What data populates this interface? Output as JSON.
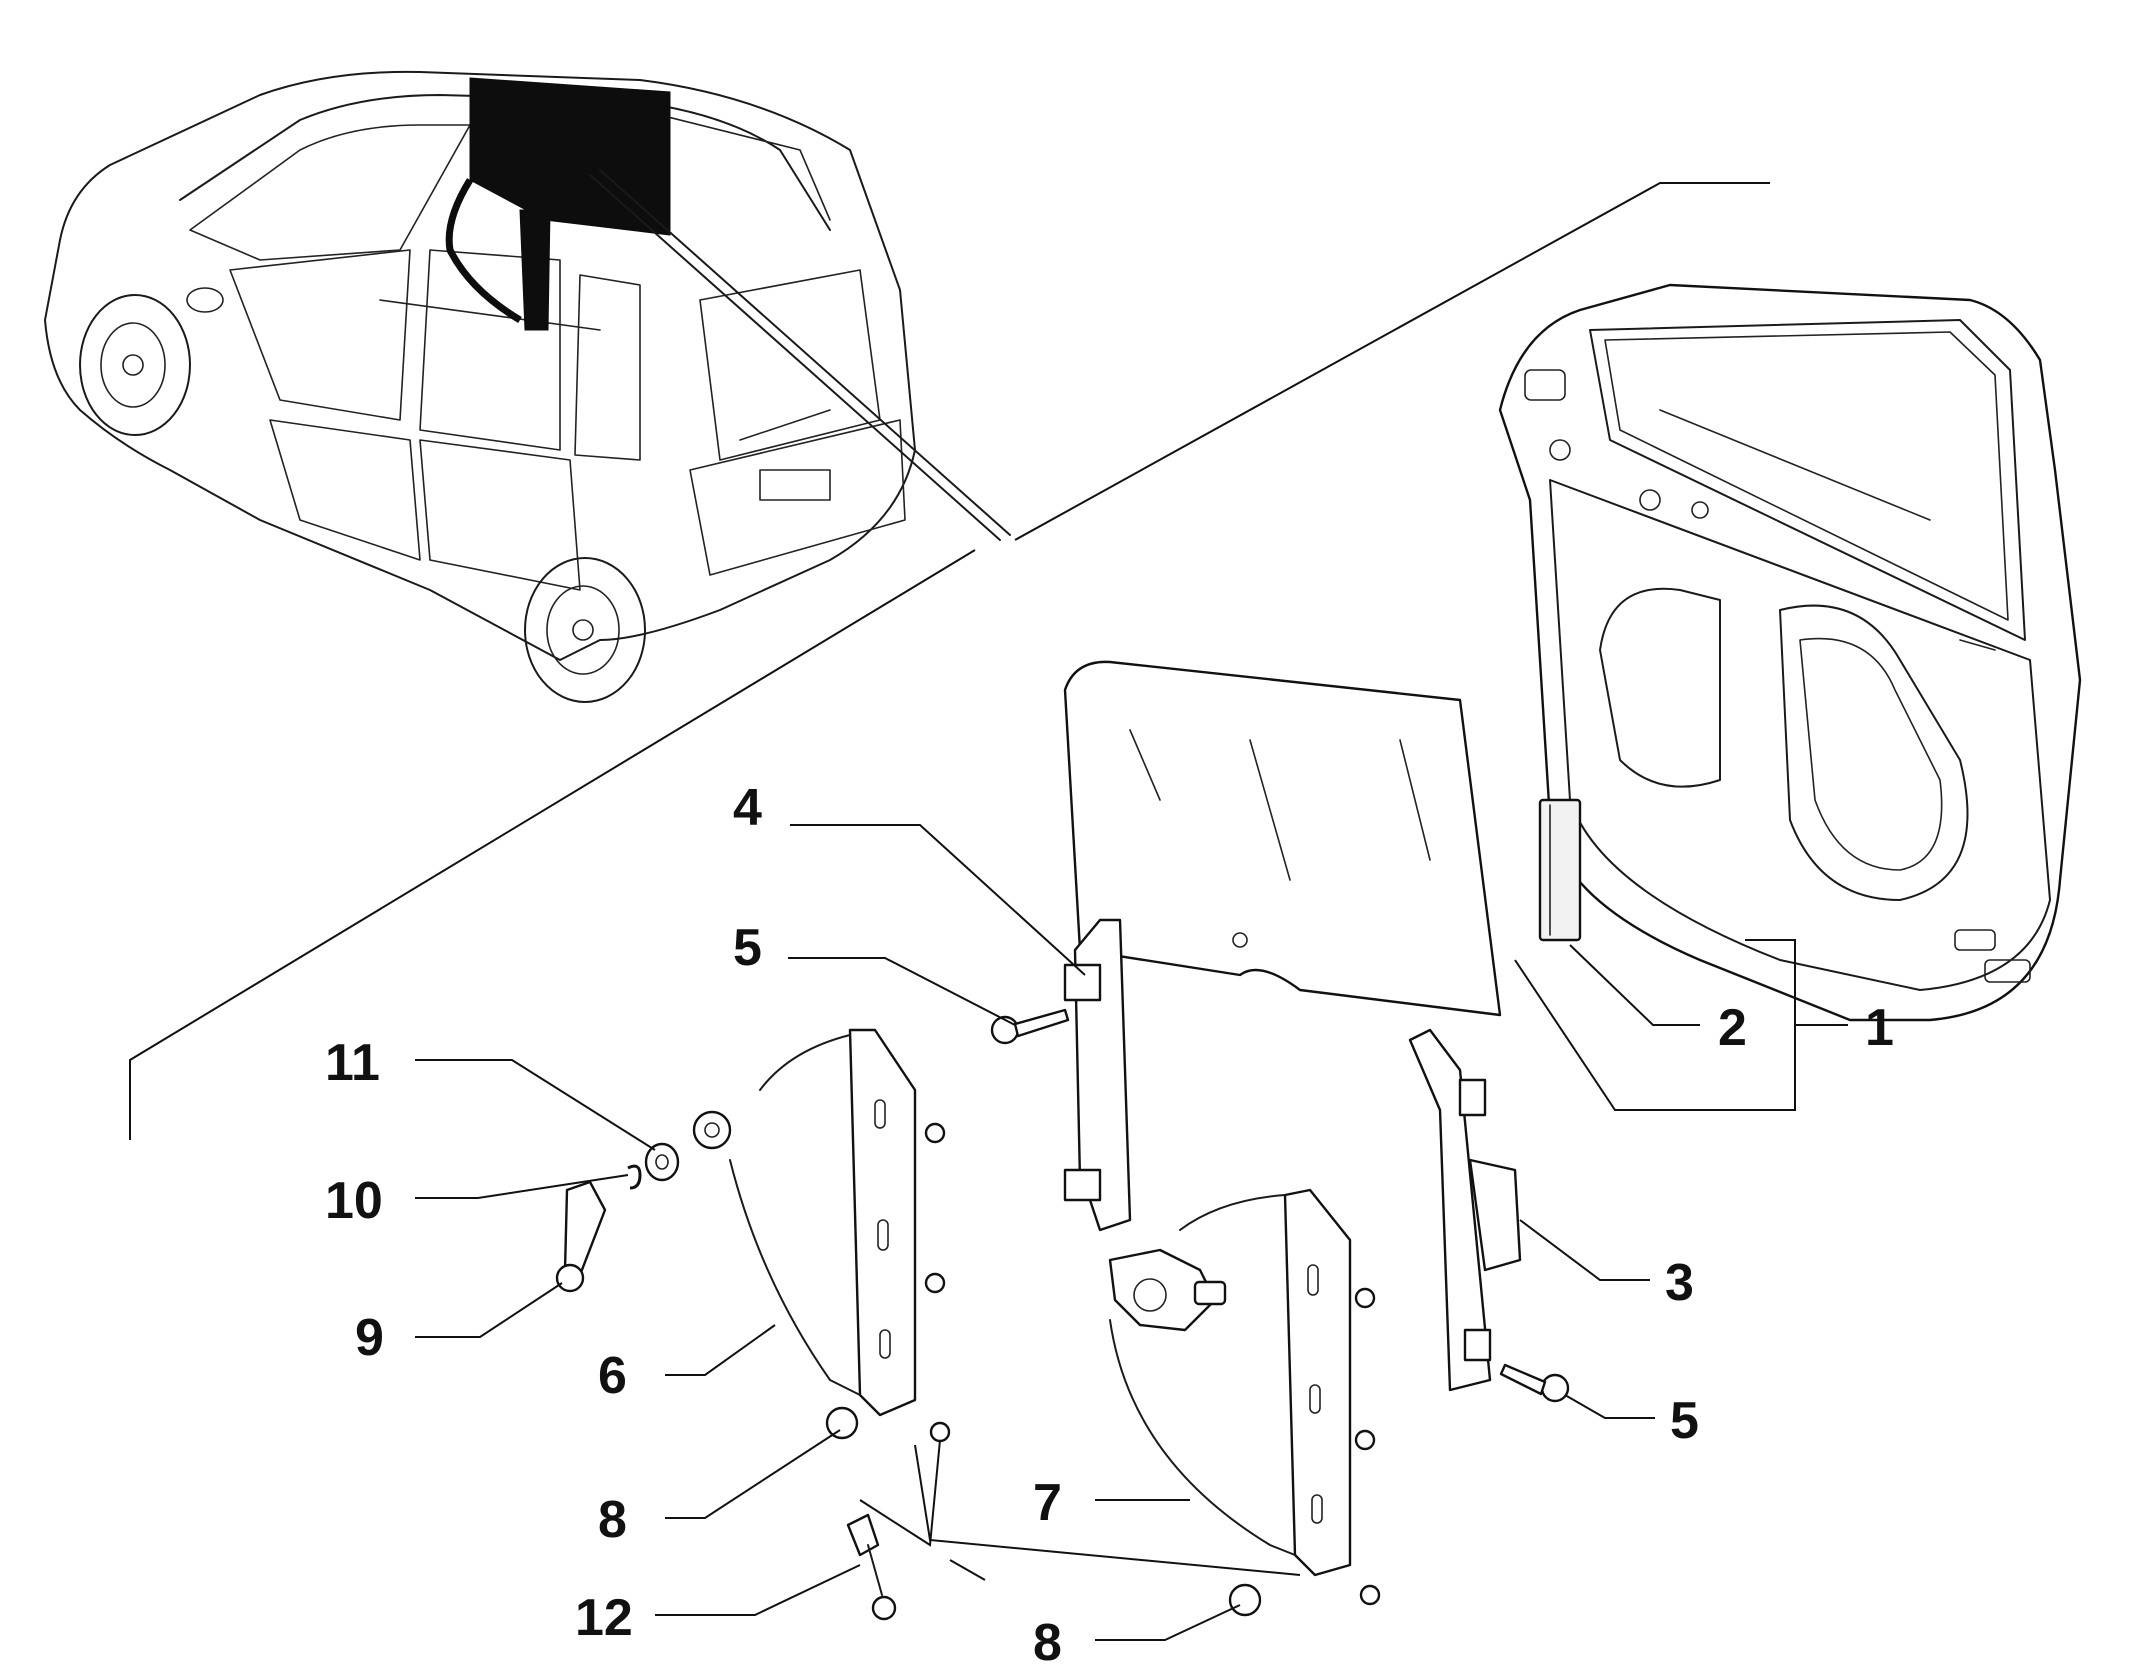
{
  "callouts": [
    {
      "id": "1",
      "label": "1"
    },
    {
      "id": "2",
      "label": "2"
    },
    {
      "id": "3",
      "label": "3"
    },
    {
      "id": "4",
      "label": "4"
    },
    {
      "id": "5a",
      "label": "5"
    },
    {
      "id": "5b",
      "label": "5"
    },
    {
      "id": "6",
      "label": "6"
    },
    {
      "id": "7",
      "label": "7"
    },
    {
      "id": "8a",
      "label": "8"
    },
    {
      "id": "8b",
      "label": "8"
    },
    {
      "id": "9",
      "label": "9"
    },
    {
      "id": "10",
      "label": "10"
    },
    {
      "id": "11",
      "label": "11"
    },
    {
      "id": "12",
      "label": "12"
    }
  ]
}
